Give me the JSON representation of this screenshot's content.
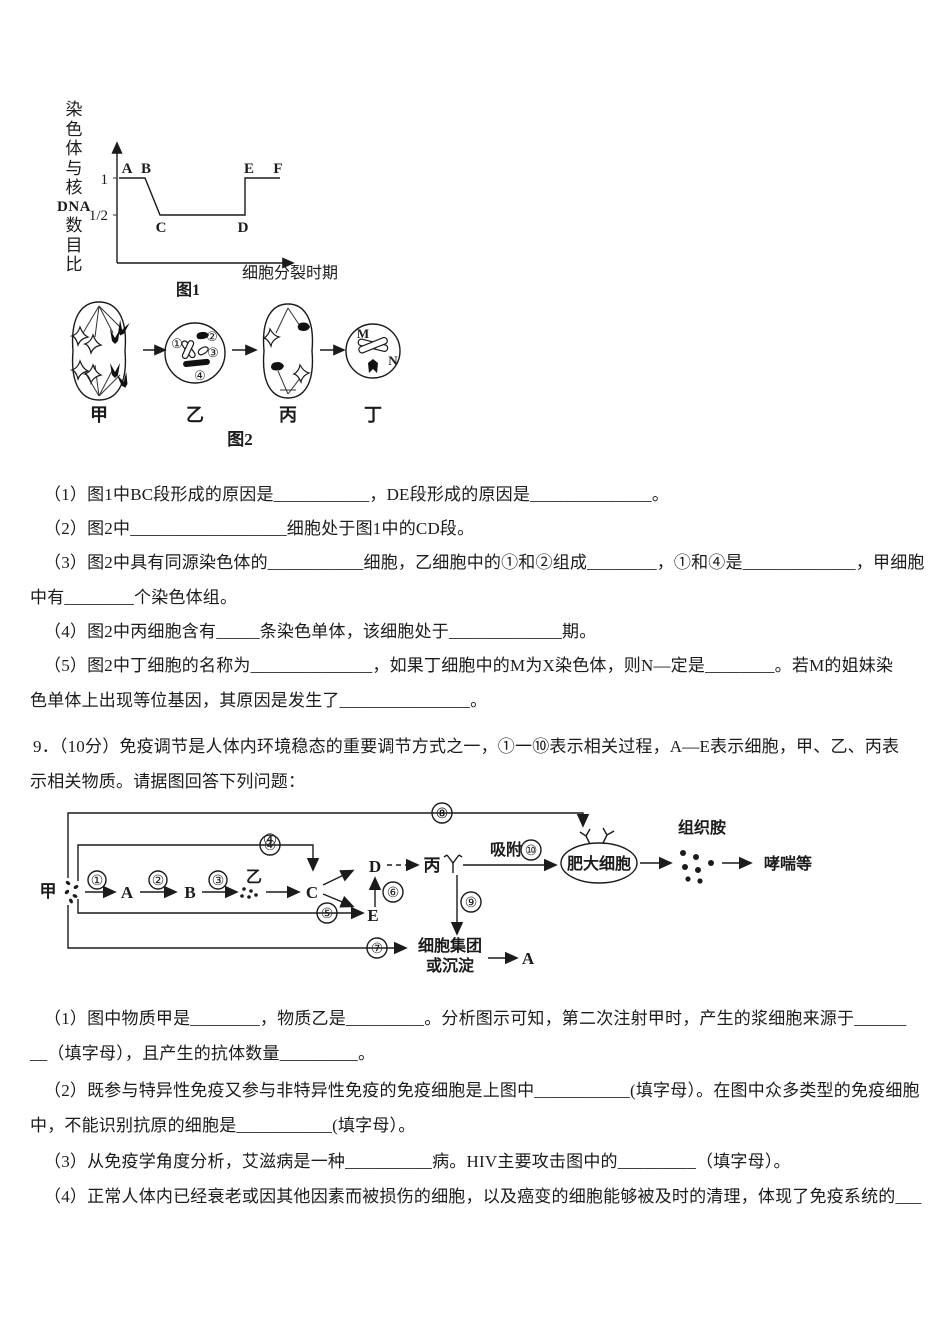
{
  "figure1": {
    "caption": "图1",
    "ylabel_top": "染色体与核",
    "ylabel_mid": "DNA",
    "ylabel_bottom": "数目比",
    "xlabel": "细胞分裂时期",
    "tick_1": "1",
    "tick_half": "1/2",
    "pA": "A",
    "pB": "B",
    "pC": "C",
    "pD": "D",
    "pE": "E",
    "pF": "F"
  },
  "chart_data": {
    "type": "line",
    "title": "图1",
    "xlabel": "细胞分裂时期",
    "ylabel": "染色体与核DNA数目比",
    "yticks": [
      1,
      0.5
    ],
    "ylim": [
      0,
      1.3
    ],
    "points": [
      {
        "label": "A",
        "x": 0.0,
        "y": 1
      },
      {
        "label": "B",
        "x": 1.0,
        "y": 1
      },
      {
        "label": "C",
        "x": 1.7,
        "y": 0.5
      },
      {
        "label": "D",
        "x": 3.8,
        "y": 0.5
      },
      {
        "label": "E",
        "x": 3.8,
        "y": 1
      },
      {
        "label": "F",
        "x": 4.9,
        "y": 1
      }
    ],
    "legend_position": "none",
    "grid": false
  },
  "figure2": {
    "caption": "图2",
    "cell1": "甲",
    "cell2": "乙",
    "cell3": "丙",
    "cell4": "丁",
    "n1": "①",
    "n2": "②",
    "n3": "③",
    "n4": "④",
    "M": "M",
    "N": "N"
  },
  "q8": {
    "l1": "（1）图1中BC段形成的原因是___________，DE段形成的原因是______________。",
    "l2": "（2）图2中__________________细胞处于图1中的CD段。",
    "l3a": "（3）图2中具有同源染色体的___________细胞，乙细胞中的①和②组成________，①和④是_____________，甲细胞",
    "l3b": "中有________个染色体组。",
    "l4": "（4）图2中丙细胞含有_____条染色单体，该细胞处于_____________期。",
    "l5a": "（5）图2中丁细胞的名称为______________，如果丁细胞中的M为X染色体，则N—定是________。若M的姐妹染",
    "l5b": "色单体上出现等位基因，其原因是发生了_______________。"
  },
  "q9": {
    "head1": "9．（10分）免疫调节是人体内环境稳态的重要调节方式之一，①一⑩表示相关过程，A—E表示细胞，甲、乙、丙表",
    "head2": "示相关物质。请据图回答下列问题：",
    "s1a": "（1）图中物质甲是________，物质乙是_________。分析图示可知，第二次注射甲时，产生的浆细胞来源于______",
    "s1b": "__（填字母），且产生的抗体数量_________。",
    "s2a": "（2）既参与特异性免疫又参与非特异性免疫的免疫细胞是上图中___________(填字母）。在图中众多类型的免疫细胞",
    "s2b": "中，不能识别抗原的细胞是___________(填字母）。",
    "s3": "（3）从免疫学角度分析，艾滋病是一种__________病。HIV主要攻击图中的_________（填字母）。",
    "s4": "（4）正常人体内已经衰老或因其他因素而被损伤的细胞，以及癌变的细胞能够被及时的清理，体现了免疫系统的___"
  },
  "diagram": {
    "jia": "甲",
    "yi": "乙",
    "bing": "丙",
    "A": "A",
    "B": "B",
    "C": "C",
    "D": "D",
    "E": "E",
    "n1": "①",
    "n2": "②",
    "n3": "③",
    "n4": "④",
    "n5": "⑤",
    "n6": "⑥",
    "n7": "⑦",
    "n8": "⑧",
    "n9": "⑨",
    "n10": "⑩",
    "xifu": "吸附",
    "mast_cell": "肥大细胞",
    "histamine": "组织胺",
    "asthma": "哮喘等",
    "clump1": "细胞集团",
    "clump2": "或沉淀",
    "endA": "A"
  }
}
